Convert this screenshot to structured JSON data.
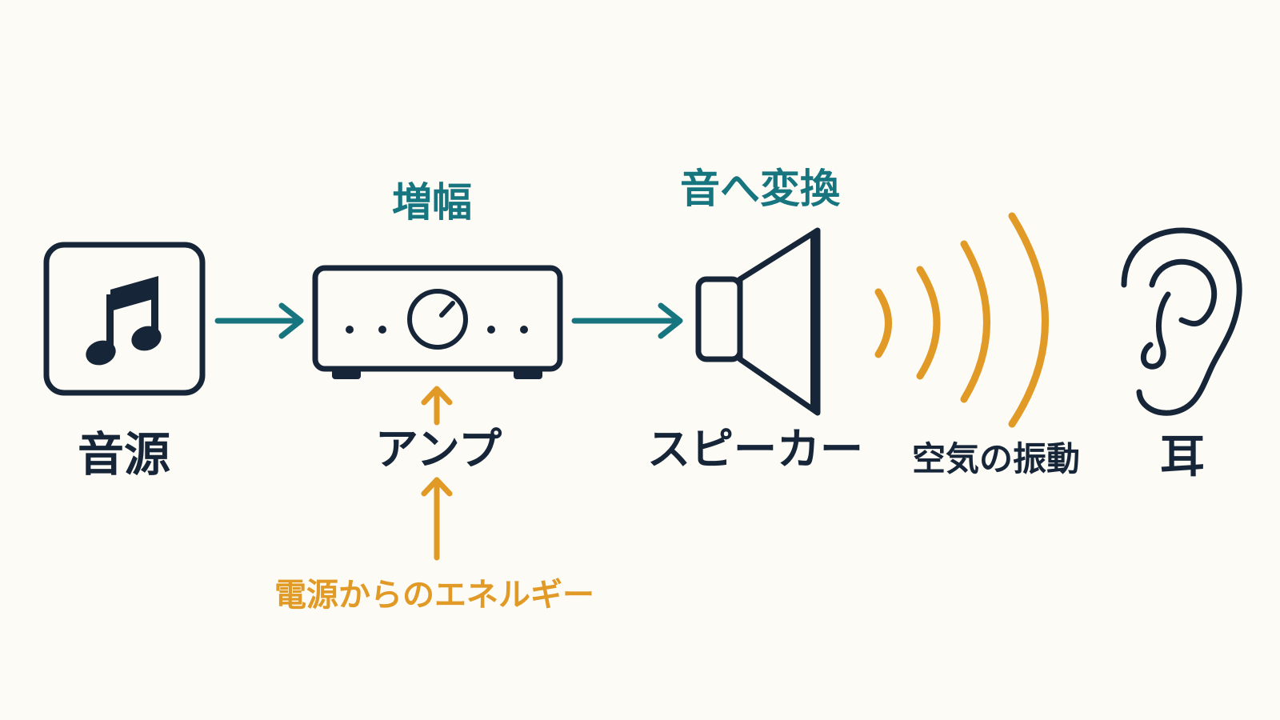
{
  "colors": {
    "background": "#fcfbf5",
    "outline": "#172538",
    "teal": "#177580",
    "orange": "#e19a26"
  },
  "labels": {
    "source": "音源",
    "amp": "アンプ",
    "amplify": "増幅",
    "to_sound": "音へ変換",
    "speaker": "スピーカー",
    "air_vibration": "空気の振動",
    "ear": "耳",
    "power": "電源からのエネルギー"
  },
  "icons": {
    "source": "music-note-icon",
    "amp": "amplifier-icon",
    "speaker": "speaker-icon",
    "waves": "sound-waves-icon",
    "ear": "ear-icon"
  }
}
